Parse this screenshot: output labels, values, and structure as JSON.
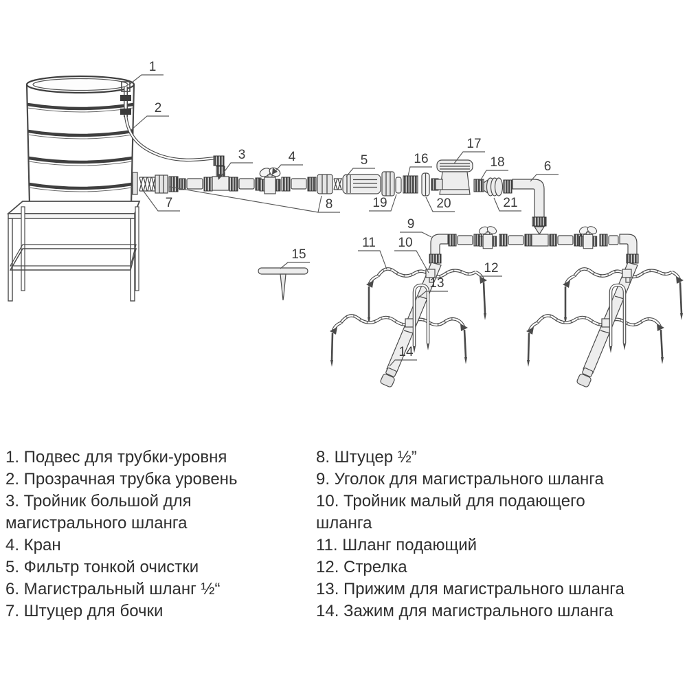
{
  "figure": {
    "title": "Drip irrigation kit assembly diagram",
    "colors": {
      "ink": "#3f3f3f",
      "fill_light": "#ededed",
      "fill_dark": "#454545",
      "background": "#ffffff"
    }
  },
  "diagram": {
    "callouts": [
      "1",
      "2",
      "3",
      "4",
      "5",
      "6",
      "7",
      "8",
      "9",
      "10",
      "11",
      "12",
      "13",
      "14",
      "15",
      "16",
      "17",
      "18",
      "19",
      "20",
      "21"
    ]
  },
  "legend": {
    "left": [
      "1. Подвес для трубки-уровня",
      "2. Прозрачная трубка уровень",
      "3. Тройник большой для",
      "магистрального шланга",
      "4. Кран",
      "5. Фильтр тонкой очистки",
      "6. Магистральный шланг ½“",
      "7. Штуцер для бочки"
    ],
    "right": [
      "8. Штуцер ½”",
      "9. Уголок для магистрального шланга",
      "10. Тройник малый для подающего",
      "шланга",
      "11. Шланг подающий",
      "12. Стрелка",
      "13. Прижим для магистрального шланга",
      "14. Зажим для магистрального шланга"
    ]
  }
}
